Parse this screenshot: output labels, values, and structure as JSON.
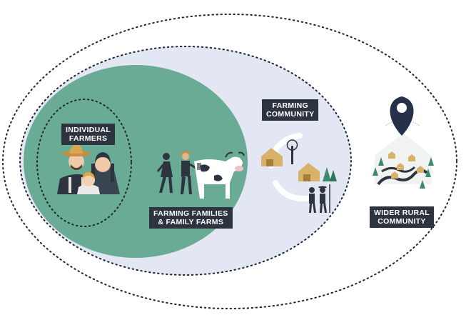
{
  "labels": {
    "individual": [
      "INDIVIDUAL",
      "FARMERS"
    ],
    "families": [
      "FARMING FAMILIES",
      "& FAMILY FARMS"
    ],
    "community": [
      "FARMING",
      "COMMUNITY"
    ],
    "rural": [
      "WIDER RURAL",
      "COMMUNITY"
    ]
  },
  "icons": {
    "individual": "farmer-family-icon",
    "families": "family-with-cow-icon",
    "community": "barns-and-farmers-icon",
    "rural": "village-location-pin-icon"
  },
  "colors": {
    "outer_ring": "#1d2433",
    "community_fill": "#e3e7f3",
    "family_fill": "#6aab95",
    "individual_ring": "#1d2433",
    "label_bg": "#2e3340",
    "pin": "#25304a",
    "barn": "#d9b26a",
    "tree": "#3d8a6a"
  }
}
